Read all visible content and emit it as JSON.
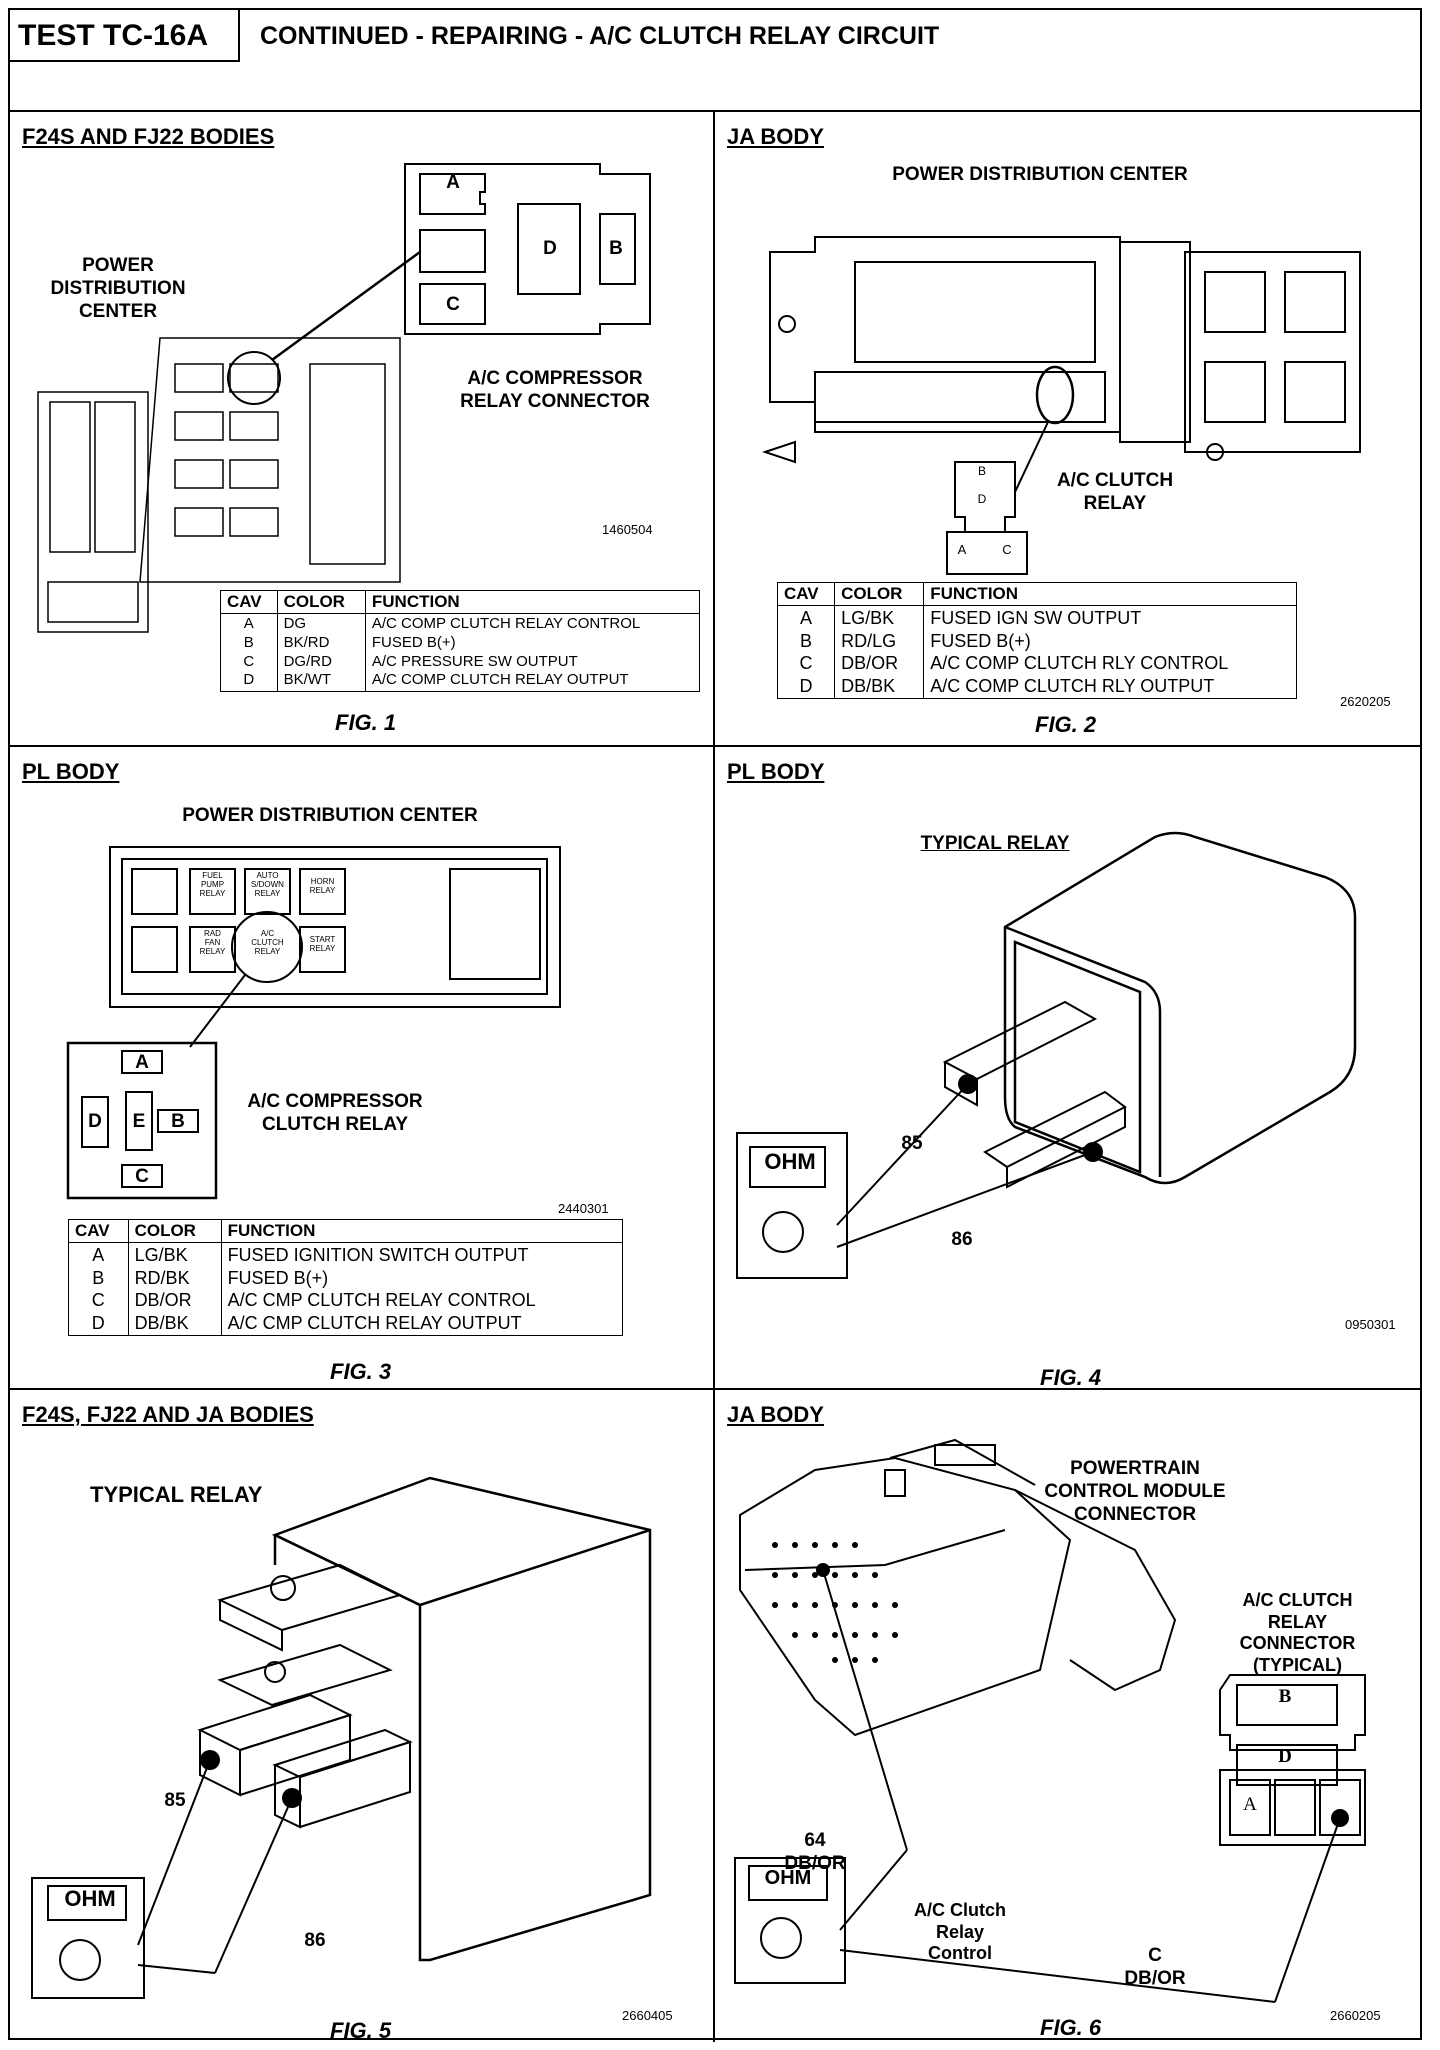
{
  "header": {
    "test_label": "TEST TC-16A",
    "title": "CONTINUED -  REPAIRING - A/C CLUTCH RELAY CIRCUIT"
  },
  "fig1": {
    "body_title": "F24S AND FJ22 BODIES",
    "pdc_label": "POWER\nDISTRIBUTION\nCENTER",
    "connector_label": "A/C COMPRESSOR\nRELAY CONNECTOR",
    "cavities": [
      "A",
      "B",
      "C",
      "D"
    ],
    "part_number": "1460504",
    "fig_label": "FIG. 1",
    "table": {
      "headers": [
        "CAV",
        "COLOR",
        "FUNCTION"
      ],
      "cav": [
        "A",
        "B",
        "C",
        "D"
      ],
      "color": [
        "DG",
        "BK/RD",
        "DG/RD",
        "BK/WT"
      ],
      "function": [
        "A/C COMP CLUTCH RELAY CONTROL",
        "FUSED B(+)",
        "A/C PRESSURE SW OUTPUT",
        "A/C COMP CLUTCH RELAY OUTPUT"
      ]
    }
  },
  "fig2": {
    "body_title": "JA BODY",
    "pdc_label": "POWER DISTRIBUTION CENTER",
    "relay_label": "A/C CLUTCH\nRELAY",
    "cavities": [
      "A",
      "B",
      "C",
      "D"
    ],
    "part_number": "2620205",
    "fig_label": "FIG. 2",
    "table": {
      "headers": [
        "CAV",
        "COLOR",
        "FUNCTION"
      ],
      "cav": [
        "A",
        "B",
        "C",
        "D"
      ],
      "color": [
        "LG/BK",
        "RD/LG",
        "DB/OR",
        "DB/BK"
      ],
      "function": [
        "FUSED IGN SW OUTPUT",
        "FUSED B(+)",
        "A/C COMP CLUTCH RLY CONTROL",
        "A/C COMP CLUTCH RLY OUTPUT"
      ]
    }
  },
  "fig3": {
    "body_title": "PL BODY",
    "pdc_label": "POWER DISTRIBUTION CENTER",
    "relay_label": "A/C COMPRESSOR\nCLUTCH RELAY",
    "cavities": [
      "A",
      "B",
      "C",
      "D",
      "E"
    ],
    "box_labels": [
      "FUEL\nPUMP\nRELAY",
      "AUTO\nS/DOWN\nRELAY",
      "HORN\nRELAY",
      "RAD\nFAN\nRELAY",
      "A/C\nCLUTCH\nRELAY",
      "START\nRELAY"
    ],
    "part_number": "2440301",
    "fig_label": "FIG. 3",
    "table": {
      "headers": [
        "CAV",
        "COLOR",
        "FUNCTION"
      ],
      "cav": [
        "A",
        "B",
        "C",
        "D"
      ],
      "color": [
        "LG/BK",
        "RD/BK",
        "DB/OR",
        "DB/BK"
      ],
      "function": [
        "FUSED IGNITION SWITCH OUTPUT",
        "FUSED B(+)",
        "A/C CMP CLUTCH RELAY CONTROL",
        "A/C CMP CLUTCH RELAY OUTPUT"
      ]
    }
  },
  "fig4": {
    "body_title": "PL BODY",
    "subtitle": "TYPICAL RELAY",
    "meter_label": "OHM",
    "terminal_85": "85",
    "terminal_86": "86",
    "part_number": "0950301",
    "fig_label": "FIG. 4"
  },
  "fig5": {
    "body_title": "F24S, FJ22 AND JA BODIES",
    "subtitle": "TYPICAL RELAY",
    "meter_label": "OHM",
    "terminal_85": "85",
    "terminal_86": "86",
    "part_number": "2660405",
    "fig_label": "FIG. 5"
  },
  "fig6": {
    "body_title": "JA BODY",
    "pcm_label": "POWERTRAIN\nCONTROL MODULE\nCONNECTOR",
    "connector_label": "A/C CLUTCH\nRELAY\nCONNECTOR\n(TYPICAL)",
    "pin_label": "64\nDB/OR",
    "control_label": "A/C Clutch\nRelay\nControl",
    "cavity_label": "C\nDB/OR",
    "meter_label": "OHM",
    "cavities": [
      "A",
      "B",
      "D"
    ],
    "part_number": "2660205",
    "fig_label": "FIG. 6"
  }
}
